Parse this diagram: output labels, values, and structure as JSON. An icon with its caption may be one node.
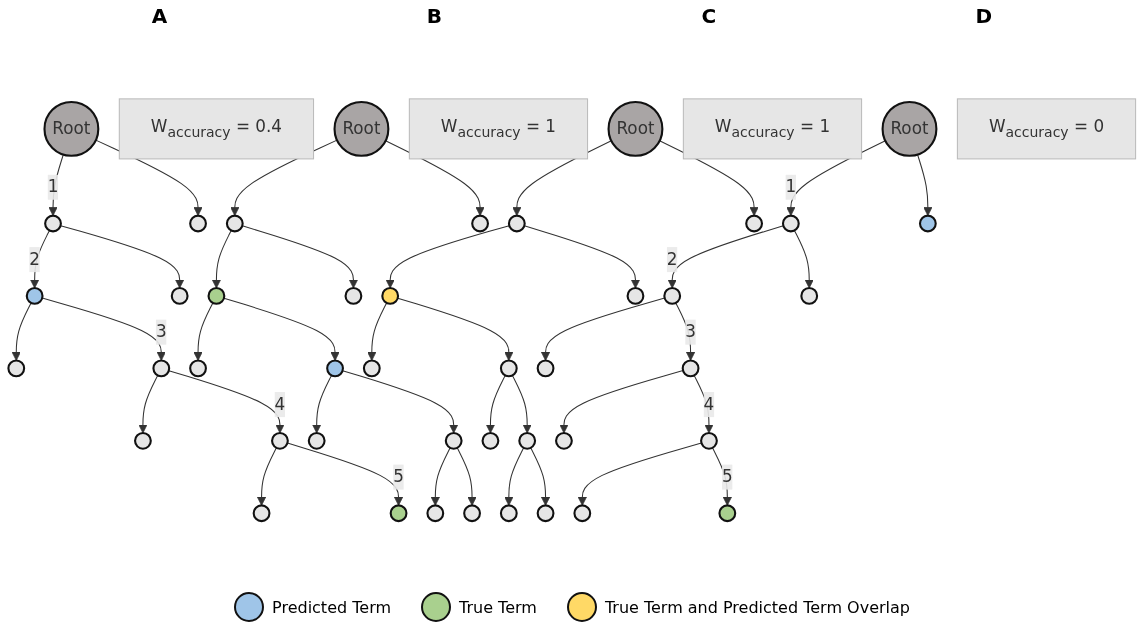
{
  "diagram": {
    "nodes": [
      {
        "text": [
          "Root"
        ]
      },
      {
        "text": [],
        "shape": "circle"
      },
      {
        "text": [],
        "shape": "circle"
      },
      {
        "text": [],
        "shape": "circle"
      },
      {
        "text": [
          "W$_{accuracy}$ = 0.4"
        ]
      },
      {
        "text": [],
        "shape": "circle"
      },
      {
        "text": [],
        "shape": "circle"
      },
      {
        "text": [],
        "shape": "circle"
      },
      {
        "text": [],
        "shape": "circle"
      },
      {
        "text": [],
        "shape": "circle"
      },
      {
        "text": [],
        "shape": "circle"
      },
      {
        "text": [],
        "shape": "circle"
      },
      {
        "text": [
          "Root"
        ]
      },
      {
        "text": [],
        "shape": "circle"
      },
      {
        "text": [],
        "shape": "circle"
      },
      {
        "text": [],
        "shape": "circle"
      },
      {
        "text": [],
        "shape": "circle"
      },
      {
        "text": [],
        "shape": "circle"
      },
      {
        "text": [],
        "shape": "circle"
      },
      {
        "text": [
          "W$_{accuracy}$ = 1"
        ]
      },
      {
        "text": [],
        "shape": "circle"
      },
      {
        "text": [],
        "shape": "circle"
      },
      {
        "text": [],
        "shape": "circle"
      },
      {
        "text": [],
        "shape": "circle"
      },
      {
        "text": [
          "Root"
        ]
      },
      {
        "text": [],
        "shape": "circle"
      },
      {
        "text": [],
        "shape": "circle"
      },
      {
        "text": [],
        "shape": "circle"
      },
      {
        "text": [
          "W$_{accuracy}$ = 1"
        ]
      },
      {
        "text": [],
        "shape": "circle"
      },
      {
        "text": [],
        "shape": "circle"
      },
      {
        "text": [],
        "shape": "circle"
      },
      {
        "text": [],
        "shape": "circle"
      },
      {
        "text": [],
        "shape": "circle"
      },
      {
        "text": [],
        "shape": "circle"
      },
      {
        "text": [],
        "shape": "circle"
      },
      {
        "text": [
          "Root"
        ]
      },
      {
        "text": [],
        "shape": "circle"
      },
      {
        "text": [],
        "shape": "circle"
      },
      {
        "text": [
          "W$_{accuracy}$ = 0"
        ]
      },
      {
        "text": [],
        "shape": "circle"
      },
      {
        "text": [],
        "shape": "circle"
      },
      {
        "text": [],
        "shape": "circle"
      },
      {
        "text": [],
        "shape": "circle"
      },
      {
        "text": [],
        "shape": "circle"
      },
      {
        "text": [],
        "shape": "circle"
      },
      {
        "text": [],
        "shape": "circle"
      },
      {
        "text": [],
        "shape": "circle"
      }
    ],
    "edges": [
      {
        "from": 0,
        "to": 1,
        "arrow": "to",
        "label": "1"
      },
      {
        "from": 0,
        "to": 2,
        "arrow": "to"
      },
      {
        "from": 1,
        "to": 3,
        "arrow": "to",
        "label": "2"
      },
      {
        "from": 1,
        "to": 5,
        "arrow": "to"
      },
      {
        "from": 3,
        "to": 6,
        "arrow": "to"
      },
      {
        "from": 3,
        "to": 7,
        "arrow": "to",
        "label": "3"
      },
      {
        "from": 7,
        "to": 8,
        "arrow": "to"
      },
      {
        "from": 7,
        "to": 9,
        "arrow": "to",
        "label": "4"
      },
      {
        "from": 9,
        "to": 10,
        "arrow": "to"
      },
      {
        "from": 9,
        "to": 11,
        "arrow": "to",
        "label": "5"
      },
      {
        "from": 12,
        "to": 13,
        "arrow": "to"
      },
      {
        "from": 12,
        "to": 14,
        "arrow": "to"
      },
      {
        "from": 13,
        "to": 15,
        "arrow": "to"
      },
      {
        "from": 13,
        "to": 16,
        "arrow": "to"
      },
      {
        "from": 15,
        "to": 17,
        "arrow": "to"
      },
      {
        "from": 15,
        "to": 18,
        "arrow": "to"
      },
      {
        "from": 18,
        "to": 20,
        "arrow": "to"
      },
      {
        "from": 18,
        "to": 21,
        "arrow": "to"
      },
      {
        "from": 21,
        "to": 22,
        "arrow": "to"
      },
      {
        "from": 21,
        "to": 23,
        "arrow": "to"
      },
      {
        "from": 24,
        "to": 25,
        "arrow": "to"
      },
      {
        "from": 24,
        "to": 26,
        "arrow": "to"
      },
      {
        "from": 25,
        "to": 27,
        "arrow": "to"
      },
      {
        "from": 25,
        "to": 29,
        "arrow": "to"
      },
      {
        "from": 27,
        "to": 30,
        "arrow": "to"
      },
      {
        "from": 27,
        "to": 31,
        "arrow": "to"
      },
      {
        "from": 31,
        "to": 32,
        "arrow": "to"
      },
      {
        "from": 31,
        "to": 33,
        "arrow": "to"
      },
      {
        "from": 33,
        "to": 34,
        "arrow": "to"
      },
      {
        "from": 33,
        "to": 35,
        "arrow": "to"
      },
      {
        "from": 36,
        "to": 37,
        "arrow": "to",
        "label": "1"
      },
      {
        "from": 36,
        "to": 38,
        "arrow": "to"
      },
      {
        "from": 37,
        "to": 40,
        "arrow": "to",
        "label": "2"
      },
      {
        "from": 37,
        "to": 41,
        "arrow": "to"
      },
      {
        "from": 40,
        "to": 42,
        "arrow": "to"
      },
      {
        "from": 40,
        "to": 43,
        "arrow": "to",
        "label": "3"
      },
      {
        "from": 43,
        "to": 44,
        "arrow": "to"
      },
      {
        "from": 43,
        "to": 45,
        "arrow": "to",
        "label": "4"
      },
      {
        "from": 45,
        "to": 46,
        "arrow": "to"
      },
      {
        "from": 45,
        "to": 47,
        "arrow": "to",
        "label": "5"
      }
    ],
    "labels": [
      "A",
      "B",
      "C",
      "D"
    ],
    "legend": [
      {
        "text": "Predicted Term",
        "color": "#9fc5e8"
      },
      {
        "text": "True Term",
        "color": "#a9d08e"
      },
      {
        "text": "True Term and Predicted Term Overlap",
        "color": "#ffd966"
      }
    ]
  }
}
